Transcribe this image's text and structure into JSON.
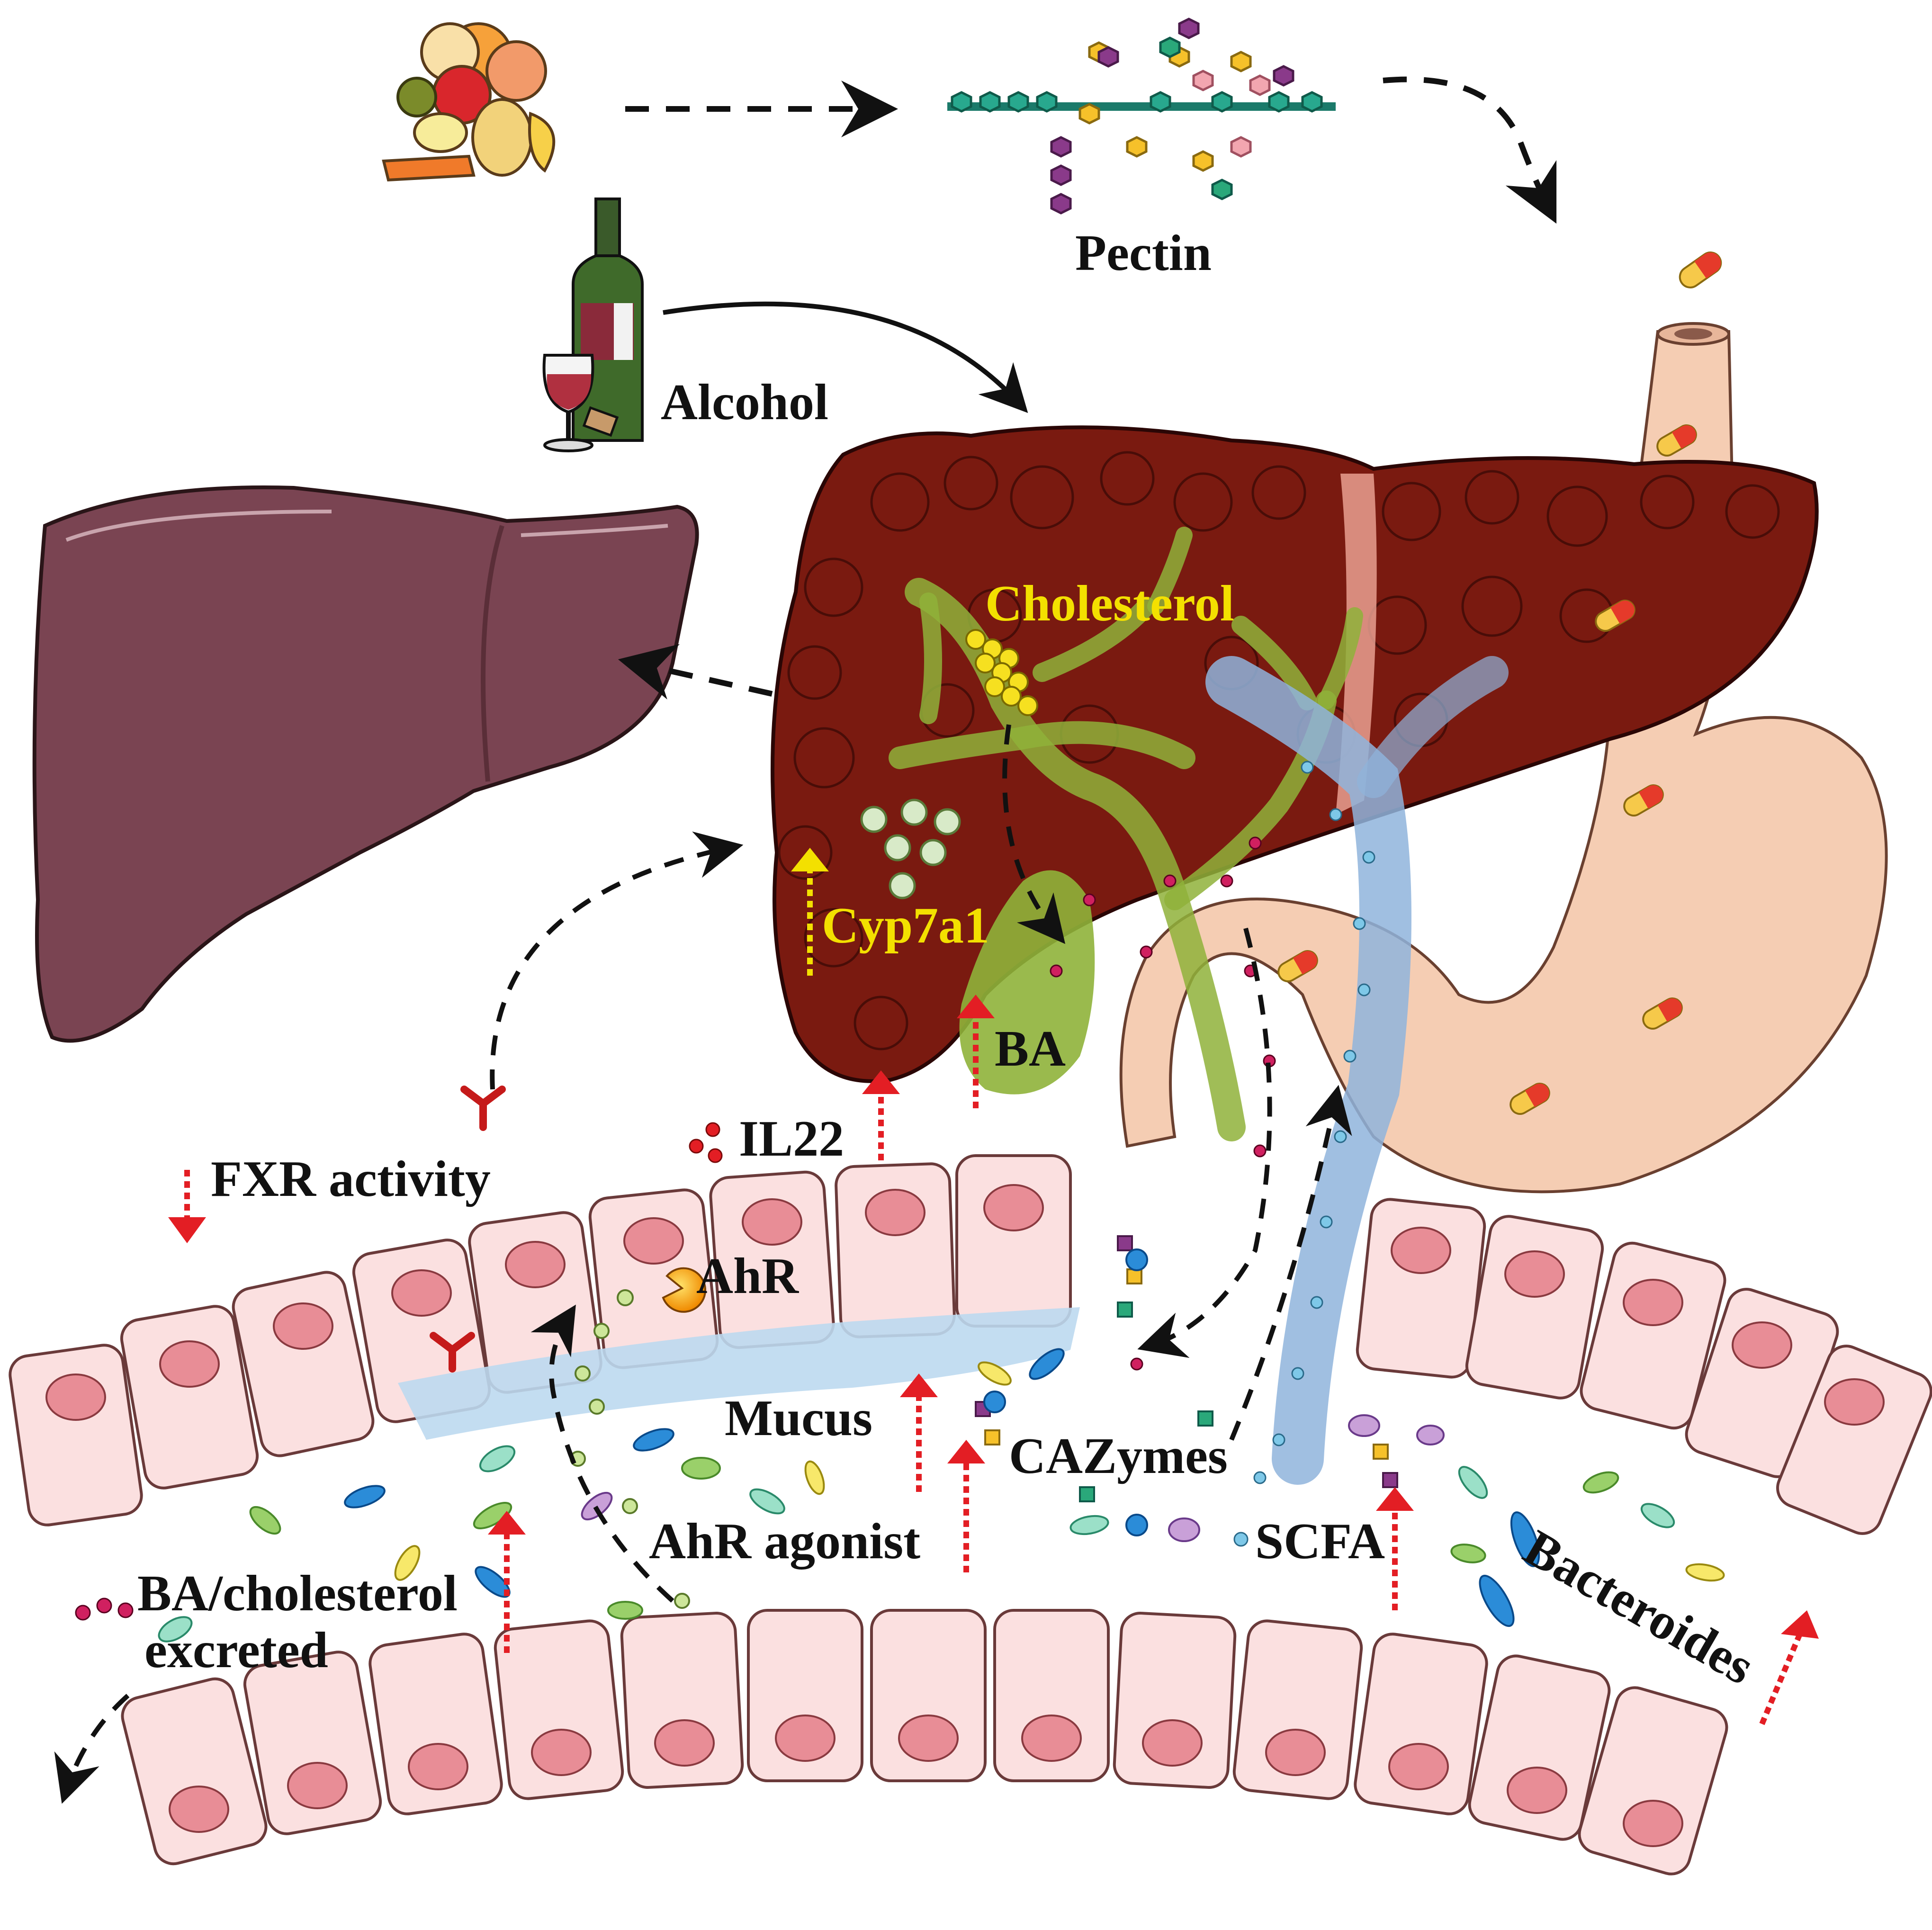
{
  "labels": {
    "pectin": "Pectin",
    "alcohol": "Alcohol",
    "cholesterol": "Cholesterol",
    "cyp7a1": "Cyp7a1",
    "ba": "BA",
    "il22": "IL22",
    "fxr": "FXR activity",
    "ahr": "AhR",
    "mucus": "Mucus",
    "cazymes": "CAZymes",
    "ahr_agonist": "AhR agonist",
    "scfa": "SCFA",
    "excreted_line1": "BA/cholesterol",
    "excreted_line2": "excreted",
    "bacteroides": "Bacteroides"
  },
  "colors": {
    "healthy_liver": "#7a4452",
    "diseased_liver": "#7a1a10",
    "biliary_tree": "#8fb23a",
    "portal_vein": "#8fb4dc",
    "stomach": "#f4c9ad",
    "epithelium": "#fbe0e0",
    "nucleus": "#e88d96",
    "mucus": "#bcd9ef",
    "increase_arrow": "#e31e24",
    "highlight_text": "#f3e000"
  },
  "icons": [
    "fruit-vegetable-icon",
    "pectin-molecule-icon",
    "wine-bottle-icon",
    "capsule-icon",
    "receptor-icon",
    "bacteria-icon"
  ]
}
